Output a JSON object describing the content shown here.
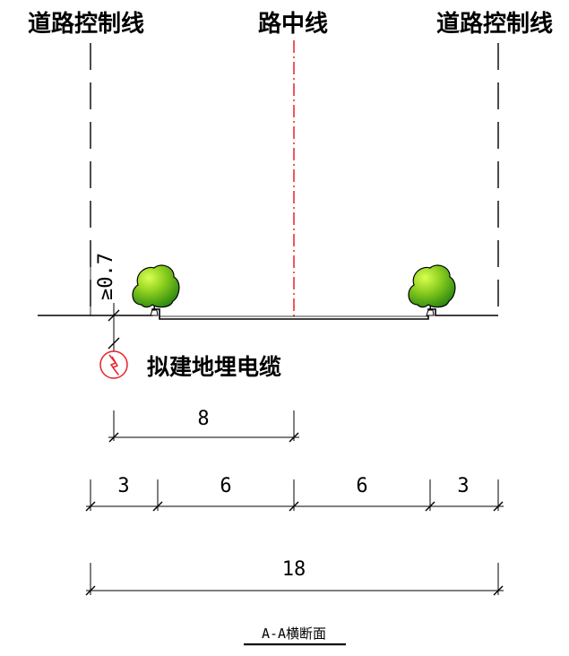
{
  "labels": {
    "control_line_left": "道路控制线",
    "center_line": "路中线",
    "control_line_right": "道路控制线",
    "depth": "≥0.7",
    "cable": "拟建地埋电缆",
    "section_title": "A-A横断面"
  },
  "dimensions": {
    "cable_offset": "8",
    "left_sidewalk": "3",
    "left_lane": "6",
    "right_lane": "6",
    "right_sidewalk": "3",
    "total_width": "18"
  },
  "colors": {
    "center_line": "#e8202a",
    "cable_symbol": "#e8202a",
    "tree_light": "#b8f030",
    "tree_dark": "#2e8a10",
    "tree_outline": "#000000"
  },
  "icons": {
    "cable": "lightning-circle-icon",
    "tree": "tree-icon"
  }
}
